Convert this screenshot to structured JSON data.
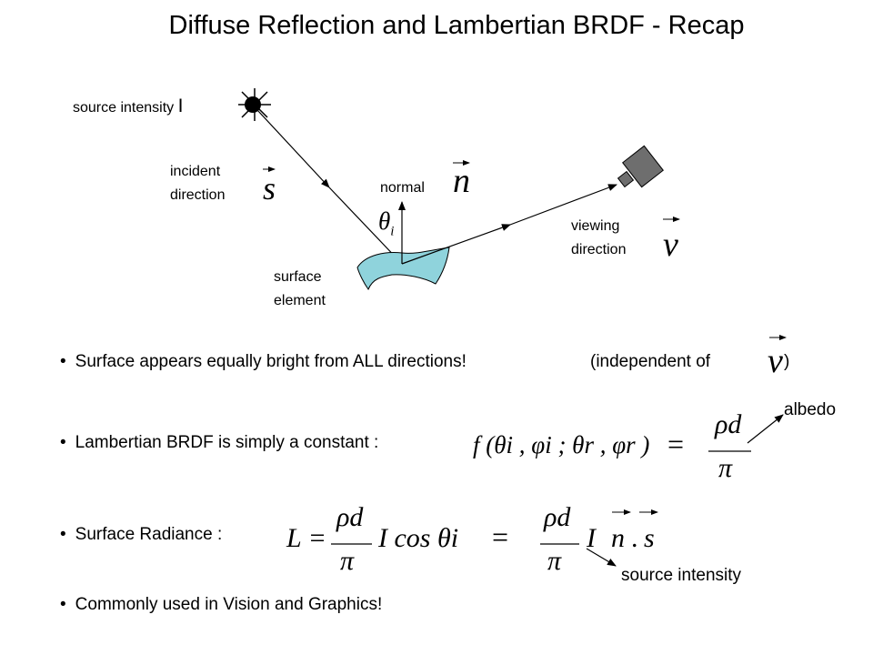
{
  "slide": {
    "title": "Diffuse Reflection and Lambertian BRDF - Recap"
  },
  "diagram": {
    "source_label": "source intensity",
    "source_symbol": "I",
    "incident_label_line1": "incident",
    "incident_label_line2": "direction",
    "incident_symbol": "s",
    "normal_label": "normal",
    "normal_symbol": "n",
    "theta_symbol": "θ",
    "theta_subscript": "i",
    "viewing_label_line1": "viewing",
    "viewing_label_line2": "direction",
    "viewing_symbol": "v",
    "surface_label_line1": "surface",
    "surface_label_line2": "element",
    "colors": {
      "surface_fill": "#8fd3dc",
      "camera_fill": "#6e6e6e"
    }
  },
  "bullets": [
    {
      "bullet": "•",
      "text": "Surface appears equally bright from ALL directions!",
      "aside": "(independent of",
      "aside_symbol": "v",
      "aside_close": ")"
    },
    {
      "bullet": "•",
      "text": "Lambertian BRDF is simply a constant :",
      "formula_lhs": "f (θi , φi ; θr , φr )",
      "equals": "=",
      "frac_num": "ρd",
      "frac_den": "π",
      "annotation": "albedo"
    },
    {
      "bullet": "•",
      "text": "Surface Radiance :",
      "formula_lhs": "L =",
      "frac_num": "ρd",
      "frac_den": "π",
      "formula_mid": "I cos θi",
      "equals": "=",
      "formula_rhs_I": "I",
      "formula_rhs_n": "n",
      "formula_rhs_dot": ".",
      "formula_rhs_s": "s",
      "annotation": "source intensity"
    },
    {
      "bullet": "•",
      "text": "Commonly used in Vision and Graphics!"
    }
  ]
}
